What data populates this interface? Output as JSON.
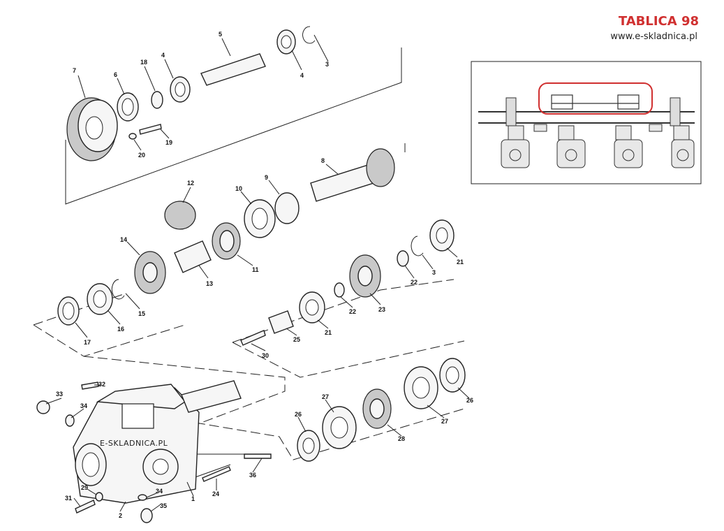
{
  "header": {
    "title": "TABLICA 98",
    "url": "www.e-skladnica.pl"
  },
  "watermark": "E-SKLADNICA.PL",
  "inset": {
    "highlight_color": "#d03030"
  },
  "parts": [
    "1",
    "2",
    "3",
    "4",
    "5",
    "6",
    "7",
    "8",
    "9",
    "10",
    "11",
    "12",
    "13",
    "14",
    "15",
    "16",
    "17",
    "18",
    "19",
    "20",
    "21",
    "22",
    "23",
    "24",
    "25",
    "26",
    "27",
    "28",
    "29",
    "30",
    "31",
    "32",
    "33",
    "34",
    "35",
    "36"
  ],
  "labels": {
    "p5": "5",
    "p4a": "4",
    "p4b": "4",
    "p3a": "3",
    "p7": "7",
    "p6": "6",
    "p18": "18",
    "p20": "20",
    "p19": "19",
    "p8": "8",
    "p9": "9",
    "p10": "10",
    "p12": "12",
    "p11": "11",
    "p14": "14",
    "p13": "13",
    "p15": "15",
    "p16": "16",
    "p17": "17",
    "p21a": "21",
    "p3b": "3",
    "p22a": "22",
    "p22b": "22",
    "p23": "23",
    "p21b": "21",
    "p25": "25",
    "p30": "30",
    "p32": "32",
    "p33": "33",
    "p34a": "34",
    "p26a": "26",
    "p27a": "27",
    "p27b": "27",
    "p26b": "26",
    "p28": "28",
    "p36": "36",
    "p24": "24",
    "p1": "1",
    "p29": "29",
    "p31": "31",
    "p2": "2",
    "p34b": "34",
    "p35": "35"
  }
}
